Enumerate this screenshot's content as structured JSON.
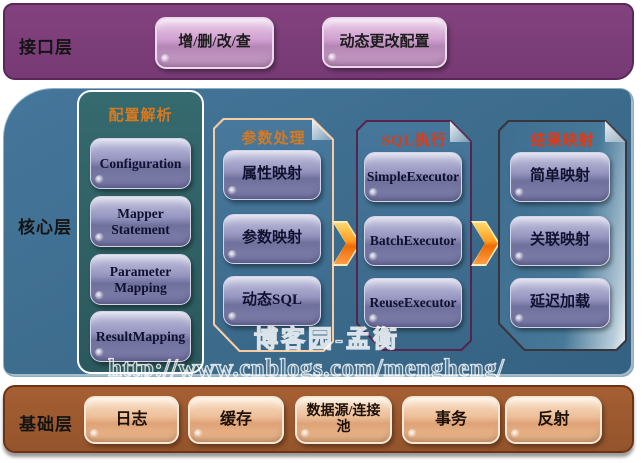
{
  "layers": {
    "interface": {
      "label": "接口层",
      "buttons": [
        {
          "label": "增/删/改/查"
        },
        {
          "label": "动态更改配置"
        }
      ]
    },
    "core": {
      "label": "核心层",
      "config_panel": {
        "title": "配置解析",
        "items": [
          "Configuration",
          "Mapper Statement",
          "Parameter Mapping",
          "ResultMapping"
        ]
      },
      "stages": [
        {
          "title": "参数处理",
          "items": [
            "属性映射",
            "参数映射",
            "动态SQL"
          ]
        },
        {
          "title": "SQL执行",
          "items": [
            "SimpleExecutor",
            "BatchExecutor",
            "ReuseExecutor"
          ]
        },
        {
          "title": "结果映射",
          "items": [
            "简单映射",
            "关联映射",
            "延迟加载"
          ]
        }
      ]
    },
    "foundation": {
      "label": "基础层",
      "buttons": [
        "日志",
        "缓存",
        "数据源/连接池",
        "事务",
        "反射"
      ]
    }
  },
  "watermark": {
    "line1": "博客园-孟衡",
    "line2": "http://www.cnblogs.com/mengheng/"
  },
  "colors": {
    "interface_band": "#7b3c79",
    "core_band": "#3c6b8b",
    "config_panel": "#2e6065",
    "foundation_band": "#9d5a2f",
    "node_fill": "#8a8ab5",
    "interface_node_fill": "#cf9fd0",
    "foundation_node_fill": "#e9b992",
    "title_orange": "#d9791f",
    "title_red": "#de3a16",
    "arrow_orange": "#ff9d22"
  }
}
